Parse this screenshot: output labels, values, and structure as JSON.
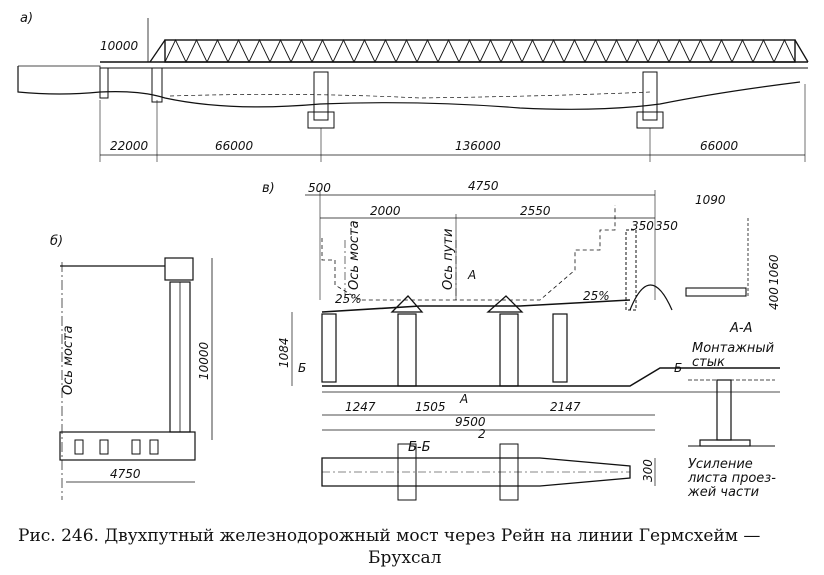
{
  "view_a": {
    "label": "а)",
    "height_dim": "10000",
    "spans": [
      "22000",
      "66000",
      "136000",
      "66000"
    ]
  },
  "view_b": {
    "label": "б)",
    "axis_label": "Ось моста",
    "height_dim": "10000",
    "width_dim": "4750"
  },
  "view_c": {
    "label": "в)",
    "top_dims": [
      "500",
      "4750",
      "2000",
      "2550",
      "1090"
    ],
    "small_dims": [
      "350",
      "350"
    ],
    "axis_bridge": "Ось моста",
    "axis_track": "Ось пути",
    "slope": "25%",
    "right_dims": [
      "1060",
      "400"
    ],
    "height_dim": "1084",
    "section_mark_a": "А",
    "section_mark_b": "Б",
    "bottom_dims": [
      "1247",
      "1505",
      "2147",
      "9500"
    ],
    "section_bb": "Б-Б",
    "section_bb_sub": "2",
    "bb_dim": "300"
  },
  "section_aa": {
    "title": "А-А",
    "note1": "Монтажный",
    "note2": "стык",
    "note3": "Усиление",
    "note4": "листа проез-",
    "note5": "жей части"
  },
  "caption": {
    "line1": "Рис. 246. Двухпутный железнодорожный мост через  Рейн  на  линии  Гермсхейм —",
    "line2": "Брухсал"
  }
}
